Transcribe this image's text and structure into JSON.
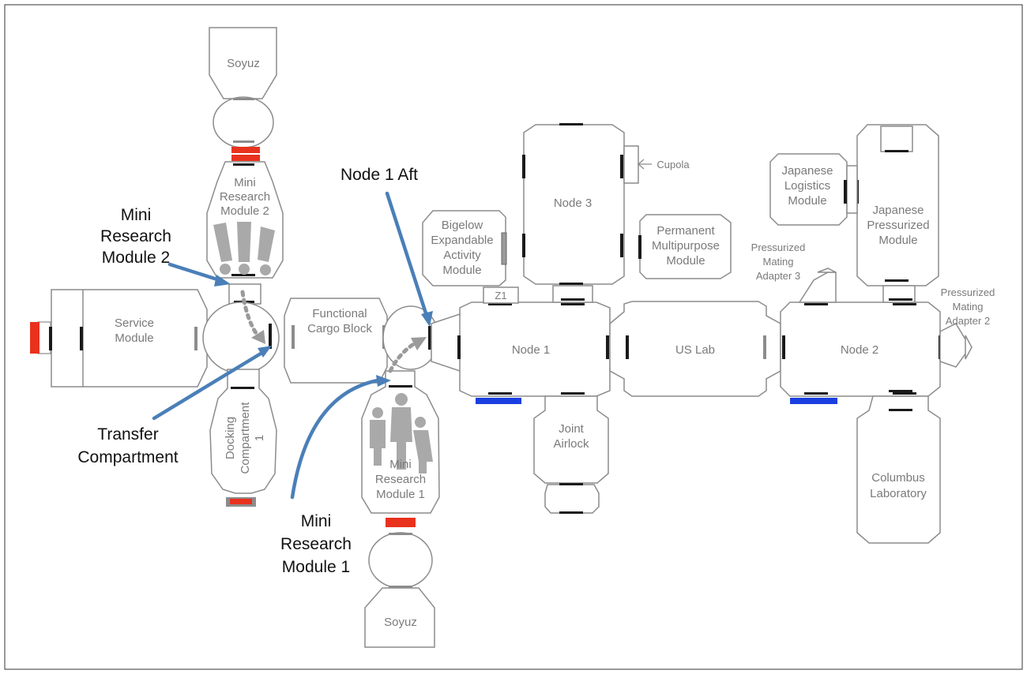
{
  "modules": {
    "soyuz_top": "Soyuz",
    "mrm2": [
      "Mini",
      "Research",
      "Module 2"
    ],
    "service": [
      "Service",
      "Module"
    ],
    "fgb": [
      "Functional",
      "Cargo Block"
    ],
    "docking": [
      "Docking",
      "Compartment",
      "1"
    ],
    "mrm1": [
      "Mini",
      "Research",
      "Module 1"
    ],
    "soyuz_bottom": "Soyuz",
    "node1": "Node 1",
    "node3": "Node 3",
    "cupola": "Cupola",
    "beam": [
      "Bigelow",
      "Expandable",
      "Activity",
      "Module"
    ],
    "pmm": [
      "Permanent",
      "Multipurpose",
      "Module"
    ],
    "z1": "Z1",
    "us_lab": "US Lab",
    "joint_airlock": [
      "Joint",
      "Airlock"
    ],
    "node2": "Node 2",
    "jlm": [
      "Japanese",
      "Logistics",
      "Module"
    ],
    "jpm": [
      "Japanese",
      "Pressurized",
      "Module"
    ],
    "pma3": [
      "Pressurized",
      "Mating",
      "Adapter 3"
    ],
    "pma2": [
      "Pressurized",
      "Mating",
      "Adapter 2"
    ],
    "columbus": [
      "Columbus",
      "Laboratory"
    ]
  },
  "callouts": {
    "node1_aft": "Node 1 Aft",
    "mrm2": [
      "Mini",
      "Research",
      "Module 2"
    ],
    "transfer": [
      "Transfer",
      "Compartment"
    ],
    "mrm1": [
      "Mini",
      "Research",
      "Module 1"
    ]
  },
  "colors": {
    "arrow": "#4a7fb8",
    "outline": "#8c8c8c",
    "red_marker": "#e8321e",
    "blue_marker": "#1a3fe0"
  }
}
